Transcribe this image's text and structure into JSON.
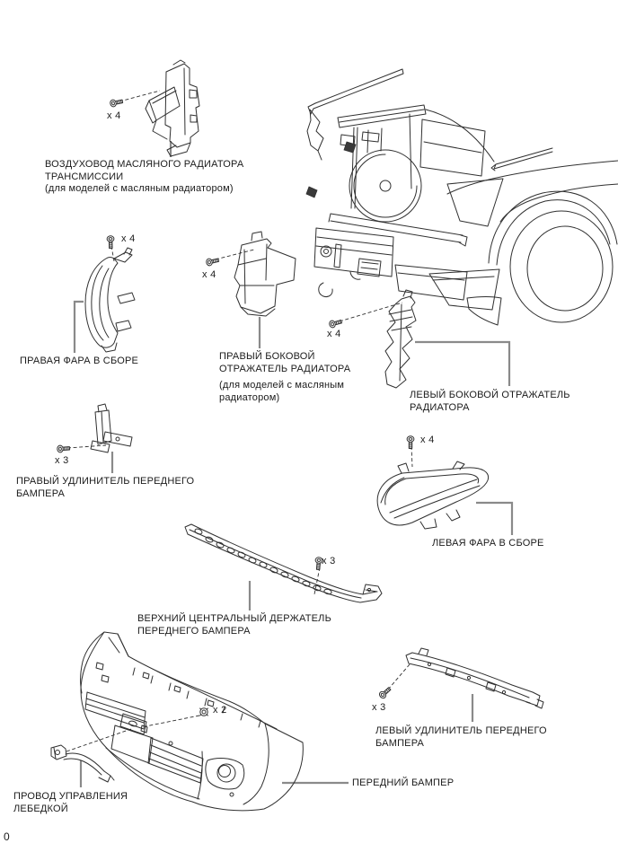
{
  "diagram": {
    "footer": {
      "page_marker": "0"
    },
    "colors": {
      "background": "#ffffff",
      "artwork_line": "#303030",
      "leader_line": "#8a8a8a",
      "text": "#1b1b1b"
    },
    "parts": [
      {
        "id": "transmission-oil-cooler-air-duct",
        "lines": [
          "ВОЗДУХОВОД МАСЛЯНОГО РАДИАТОРА",
          "ТРАНСМИССИИ"
        ],
        "note": [
          "(для моделей с масляным радиатором)"
        ],
        "qty": "x 4",
        "fastener": "bolt-icon"
      },
      {
        "id": "right-headlamp-assembly",
        "lines": [
          "ПРАВАЯ ФАРА В СБОРЕ"
        ],
        "qty": "x 4",
        "fastener": "bolt-icon"
      },
      {
        "id": "right-radiator-side-deflector",
        "lines": [
          "ПРАВЫЙ БОКОВОЙ",
          "ОТРАЖАТЕЛЬ РАДИАТОРА"
        ],
        "note": [
          "(для моделей с масляным",
          "радиатором)"
        ],
        "qty": "x 4",
        "fastener": "bolt-icon"
      },
      {
        "id": "left-radiator-side-deflector",
        "lines": [
          "ЛЕВЫЙ БОКОВОЙ ОТРАЖАТЕЛЬ",
          "РАДИАТОРА"
        ],
        "qty": "x 4",
        "fastener": "bolt-icon"
      },
      {
        "id": "right-front-bumper-extension",
        "lines": [
          "ПРАВЫЙ УДЛИНИТЕЛЬ ПЕРЕДНЕГО",
          "БАМПЕРА"
        ],
        "qty": "x 3",
        "fastener": "bolt-icon"
      },
      {
        "id": "left-headlamp-assembly",
        "lines": [
          "ЛЕВАЯ ФАРА В СБОРЕ"
        ],
        "qty": "x 4",
        "fastener": "bolt-icon"
      },
      {
        "id": "front-bumper-upper-center-support",
        "lines": [
          "ВЕРХНИЙ ЦЕНТРАЛЬНЫЙ ДЕРЖАТЕЛЬ",
          "ПЕРЕДНЕГО БАМПЕРА"
        ],
        "qty": "x 3",
        "fastener": "bolt-icon"
      },
      {
        "id": "left-front-bumper-extension",
        "lines": [
          "ЛЕВЫЙ УДЛИНИТЕЛЬ ПЕРЕДНЕГО",
          "БАМПЕРА"
        ],
        "qty": "x 3",
        "fastener": "bolt-icon"
      },
      {
        "id": "winch-control-wire",
        "lines": [
          "ПРОВОД УПРАВЛЕНИЯ",
          "ЛЕБЕДКОЙ"
        ]
      },
      {
        "id": "front-bumper",
        "lines": [
          "ПЕРЕДНИЙ БАМПЕР"
        ],
        "qty": "x 2",
        "fastener": "nut-icon"
      }
    ]
  }
}
